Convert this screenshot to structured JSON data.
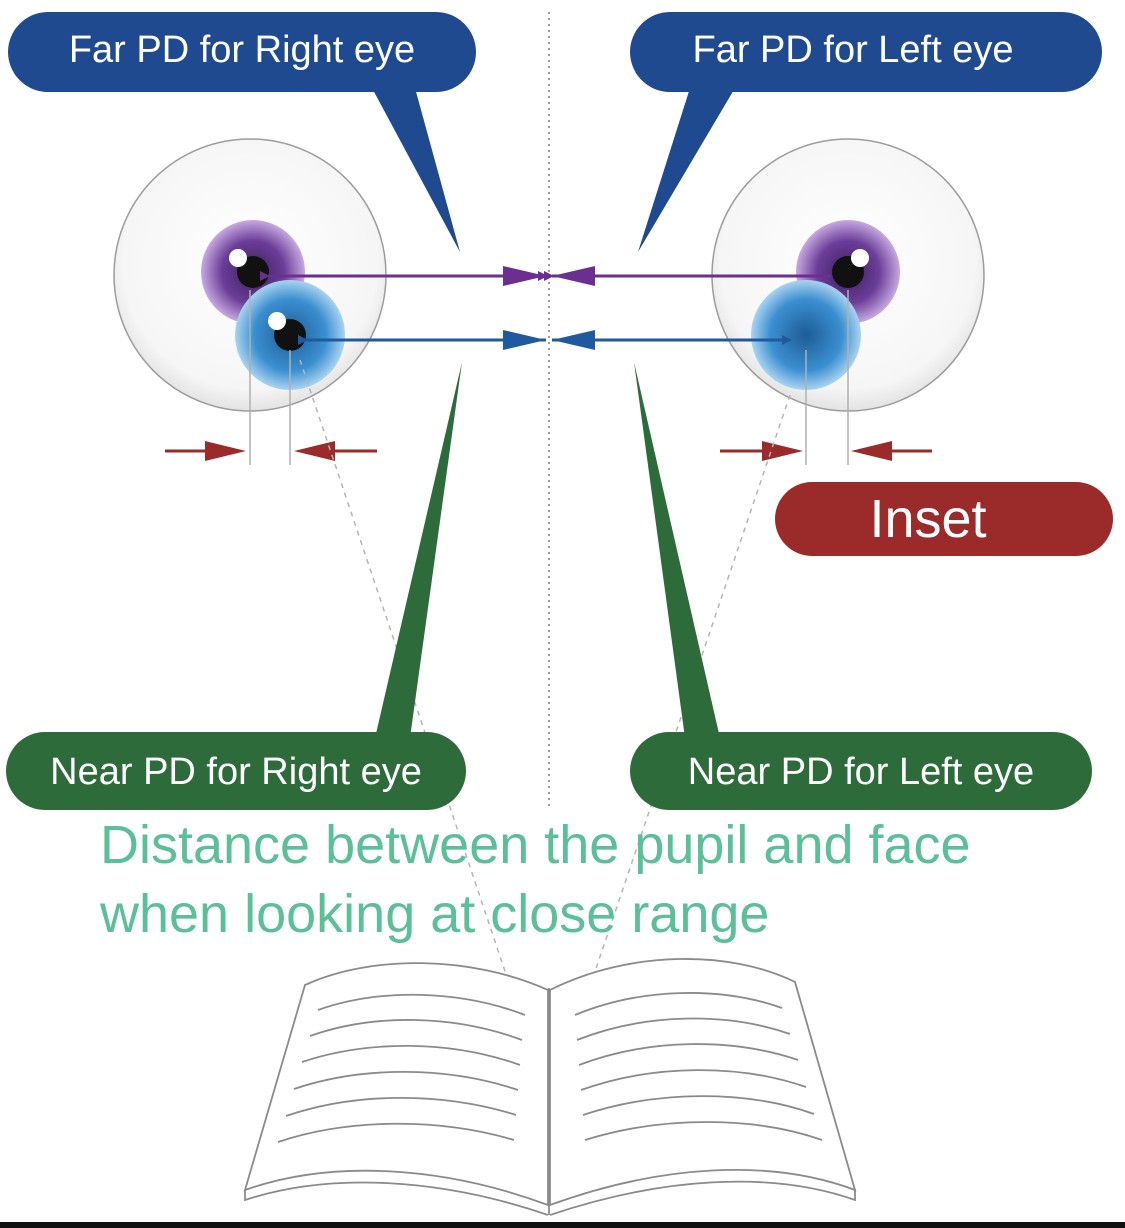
{
  "labels": {
    "far_right": "Far PD for Right eye",
    "far_left": "Far PD for Left eye",
    "near_right": "Near PD for Right eye",
    "near_left": "Near PD for Left eye",
    "inset": "Inset",
    "caption_line1": "Distance between the pupil and face",
    "caption_line2": "when looking at close range"
  },
  "colors": {
    "far_callout": "#1f4a8f",
    "near_callout": "#2e6b3a",
    "inset_badge": "#9b2a2a",
    "inset_arrow": "#9b2a2a",
    "far_arrow": "#6a2f8f",
    "near_arrow": "#1f5a9e",
    "caption": "#5bbf9a",
    "iris_far": "#6b3d98",
    "iris_near": "#3b8fd0"
  }
}
